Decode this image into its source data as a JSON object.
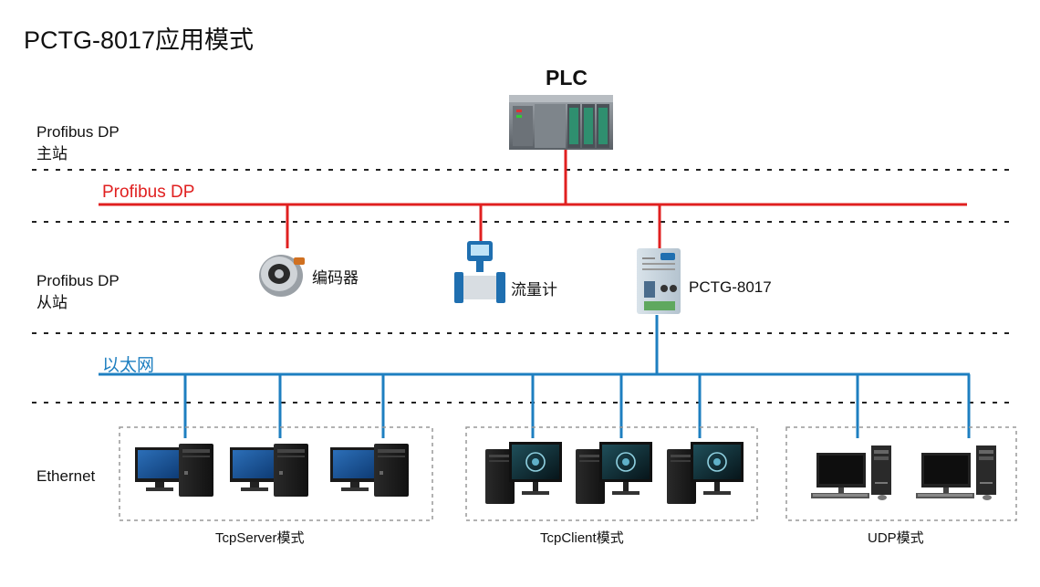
{
  "title": "PCTG-8017应用模式",
  "plc": {
    "label": "PLC"
  },
  "zones": {
    "master_line1": "Profibus DP",
    "master_line2": "主站",
    "slave_line1": "Profibus DP",
    "slave_line2": "从站",
    "ethernet": "Ethernet"
  },
  "buses": {
    "profibus": {
      "label": "Profibus DP",
      "color": "#e02020"
    },
    "ethernet": {
      "label": "以太网",
      "color": "#1e7fc0"
    }
  },
  "slaves": {
    "encoder": "编码器",
    "flowmeter": "流量计",
    "gateway": "PCTG-8017"
  },
  "groups": {
    "tcpserver": "TcpServer模式",
    "tcpclient": "TcpClient模式",
    "udp": "UDP模式"
  },
  "icons": {
    "plc": "plc-rack-icon",
    "encoder": "rotary-encoder-icon",
    "flowmeter": "flowmeter-icon",
    "gateway": "gateway-module-icon",
    "computer": "desktop-computer-icon"
  }
}
